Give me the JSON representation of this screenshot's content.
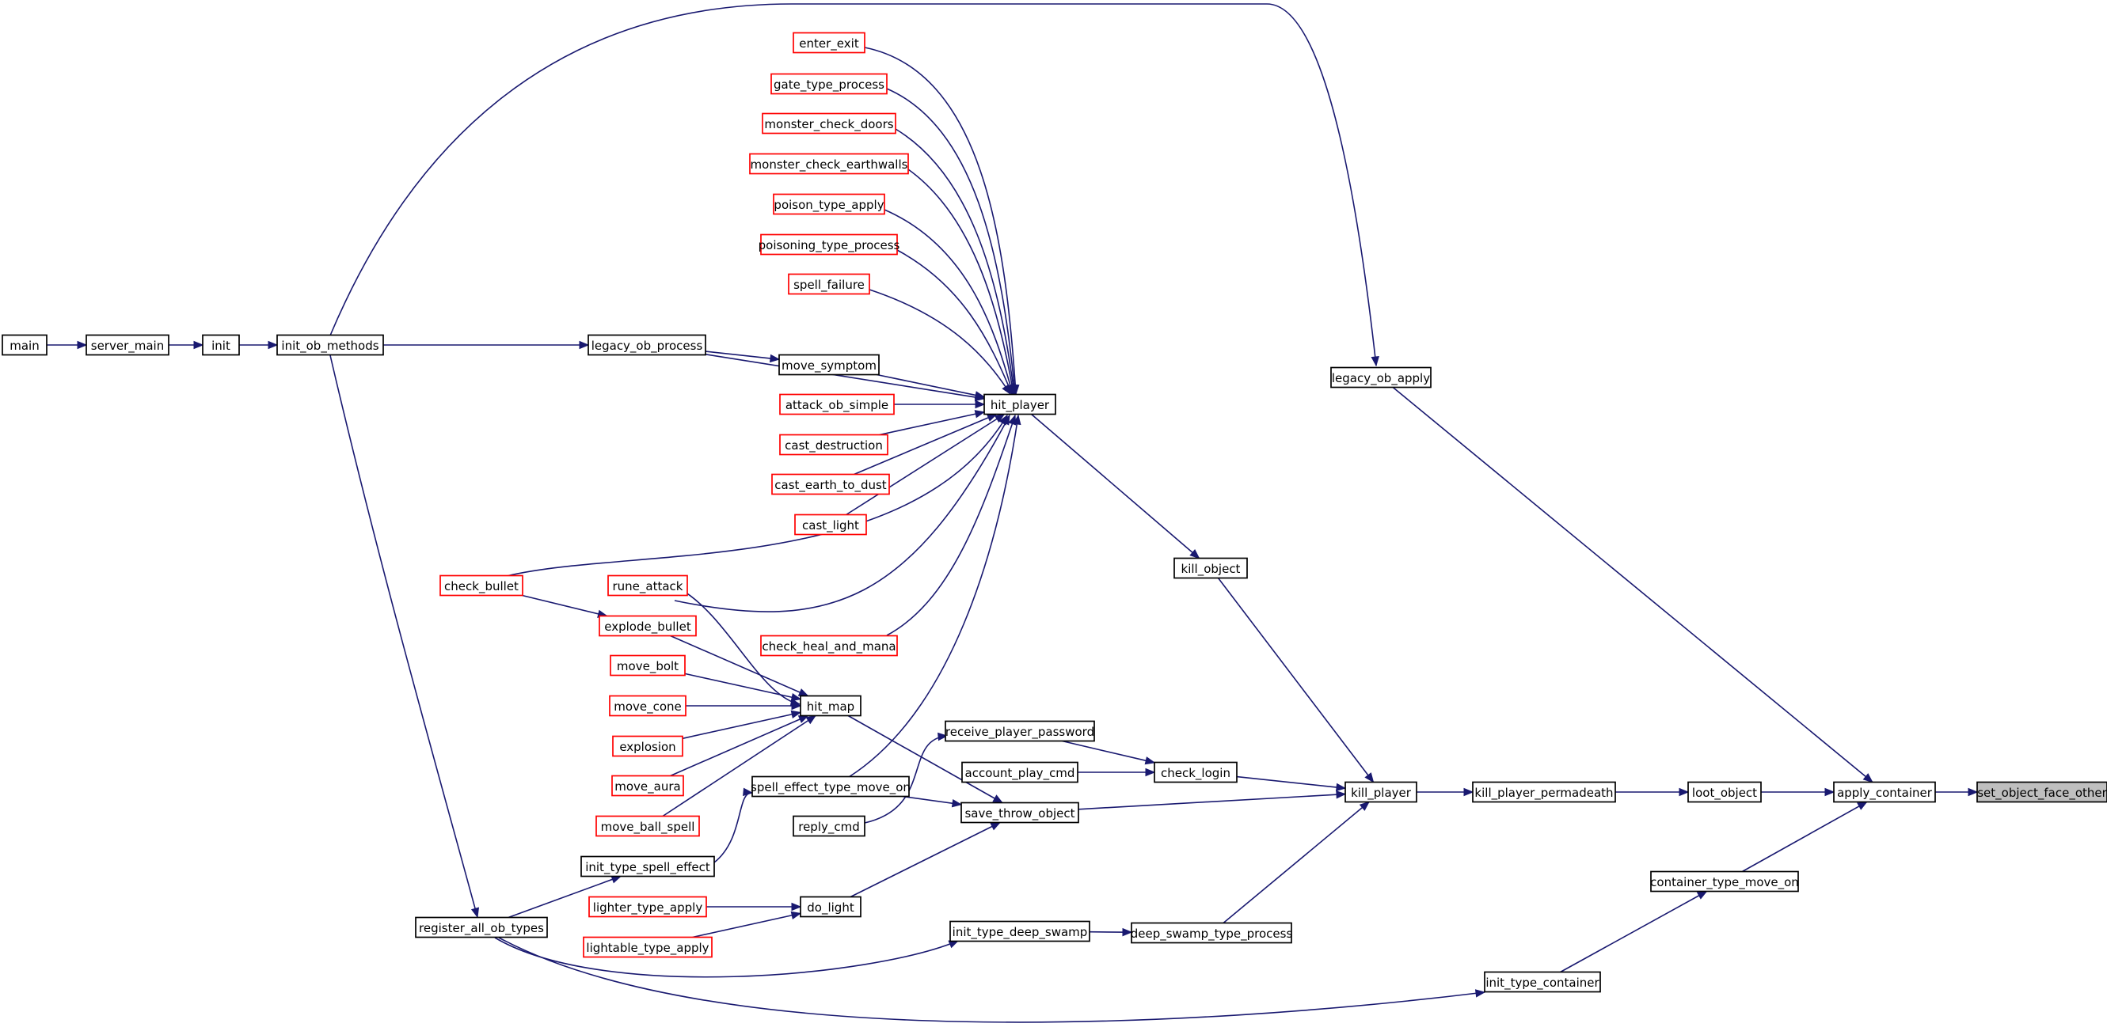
{
  "colors": {
    "edge": "#191970",
    "node_border": "#000000",
    "truncated_node_border": "#ff0000",
    "root_node_fill": "#bfbfbf"
  },
  "nodes": [
    {
      "id": "main",
      "label": "main",
      "truncated": false
    },
    {
      "id": "server_main",
      "label": "server_main",
      "truncated": false
    },
    {
      "id": "init",
      "label": "init",
      "truncated": false
    },
    {
      "id": "init_ob_methods",
      "label": "init_ob_methods",
      "truncated": false
    },
    {
      "id": "legacy_ob_process",
      "label": "legacy_ob_process",
      "truncated": false
    },
    {
      "id": "move_symptom",
      "label": "move_symptom",
      "truncated": false
    },
    {
      "id": "enter_exit",
      "label": "enter_exit",
      "truncated": true
    },
    {
      "id": "gate_type_process",
      "label": "gate_type_process",
      "truncated": true
    },
    {
      "id": "monster_check_doors",
      "label": "monster_check_doors",
      "truncated": true
    },
    {
      "id": "monster_check_earthwalls",
      "label": "monster_check_earthwalls",
      "truncated": true
    },
    {
      "id": "poison_type_apply",
      "label": "poison_type_apply",
      "truncated": true
    },
    {
      "id": "poisoning_type_process",
      "label": "poisoning_type_process",
      "truncated": true
    },
    {
      "id": "spell_failure",
      "label": "spell_failure",
      "truncated": true
    },
    {
      "id": "attack_ob_simple",
      "label": "attack_ob_simple",
      "truncated": true
    },
    {
      "id": "cast_destruction",
      "label": "cast_destruction",
      "truncated": true
    },
    {
      "id": "cast_earth_to_dust",
      "label": "cast_earth_to_dust",
      "truncated": true
    },
    {
      "id": "cast_light",
      "label": "cast_light",
      "truncated": true
    },
    {
      "id": "check_bullet",
      "label": "check_bullet",
      "truncated": true
    },
    {
      "id": "rune_attack",
      "label": "rune_attack",
      "truncated": true
    },
    {
      "id": "explode_bullet",
      "label": "explode_bullet",
      "truncated": true
    },
    {
      "id": "check_heal_and_mana",
      "label": "check_heal_and_mana",
      "truncated": true
    },
    {
      "id": "move_bolt",
      "label": "move_bolt",
      "truncated": true
    },
    {
      "id": "move_cone",
      "label": "move_cone",
      "truncated": true
    },
    {
      "id": "explosion",
      "label": "explosion",
      "truncated": true
    },
    {
      "id": "move_aura",
      "label": "move_aura",
      "truncated": true
    },
    {
      "id": "move_ball_spell",
      "label": "move_ball_spell",
      "truncated": true
    },
    {
      "id": "hit_player",
      "label": "hit_player",
      "truncated": false
    },
    {
      "id": "hit_map",
      "label": "hit_map",
      "truncated": false
    },
    {
      "id": "receive_player_password",
      "label": "receive_player_password",
      "truncated": false
    },
    {
      "id": "account_play_cmd",
      "label": "account_play_cmd",
      "truncated": false
    },
    {
      "id": "spell_effect_type_move_on",
      "label": "spell_effect_type_move_on",
      "truncated": false
    },
    {
      "id": "reply_cmd",
      "label": "reply_cmd",
      "truncated": false
    },
    {
      "id": "init_type_spell_effect",
      "label": "init_type_spell_effect",
      "truncated": false
    },
    {
      "id": "register_all_ob_types",
      "label": "register_all_ob_types",
      "truncated": false
    },
    {
      "id": "lighter_type_apply",
      "label": "lighter_type_apply",
      "truncated": true
    },
    {
      "id": "lightable_type_apply",
      "label": "lightable_type_apply",
      "truncated": true
    },
    {
      "id": "do_light",
      "label": "do_light",
      "truncated": false
    },
    {
      "id": "save_throw_object",
      "label": "save_throw_object",
      "truncated": false
    },
    {
      "id": "init_type_deep_swamp",
      "label": "init_type_deep_swamp",
      "truncated": false
    },
    {
      "id": "check_login",
      "label": "check_login",
      "truncated": false
    },
    {
      "id": "kill_object",
      "label": "kill_object",
      "truncated": false
    },
    {
      "id": "deep_swamp_type_process",
      "label": "deep_swamp_type_process",
      "truncated": false
    },
    {
      "id": "legacy_ob_apply",
      "label": "legacy_ob_apply",
      "truncated": false
    },
    {
      "id": "kill_player",
      "label": "kill_player",
      "truncated": false
    },
    {
      "id": "kill_player_permadeath",
      "label": "kill_player_permadeath",
      "truncated": false
    },
    {
      "id": "loot_object",
      "label": "loot_object",
      "truncated": false
    },
    {
      "id": "container_type_move_on",
      "label": "container_type_move_on",
      "truncated": false
    },
    {
      "id": "init_type_container",
      "label": "init_type_container",
      "truncated": false
    },
    {
      "id": "apply_container",
      "label": "apply_container",
      "truncated": false
    },
    {
      "id": "set_object_face_other",
      "label": "set_object_face_other",
      "truncated": false,
      "root": true
    }
  ],
  "edges": [
    {
      "from": "main",
      "to": "server_main"
    },
    {
      "from": "server_main",
      "to": "init"
    },
    {
      "from": "init",
      "to": "init_ob_methods"
    },
    {
      "from": "init_ob_methods",
      "to": "legacy_ob_process"
    },
    {
      "from": "init_ob_methods",
      "to": "legacy_ob_apply"
    },
    {
      "from": "init_ob_methods",
      "to": "register_all_ob_types"
    },
    {
      "from": "legacy_ob_process",
      "to": "move_symptom"
    },
    {
      "from": "legacy_ob_process",
      "to": "hit_player"
    },
    {
      "from": "move_symptom",
      "to": "hit_player"
    },
    {
      "from": "enter_exit",
      "to": "hit_player"
    },
    {
      "from": "gate_type_process",
      "to": "hit_player"
    },
    {
      "from": "monster_check_doors",
      "to": "hit_player"
    },
    {
      "from": "monster_check_earthwalls",
      "to": "hit_player"
    },
    {
      "from": "poison_type_apply",
      "to": "hit_player"
    },
    {
      "from": "poisoning_type_process",
      "to": "hit_player"
    },
    {
      "from": "spell_failure",
      "to": "hit_player"
    },
    {
      "from": "attack_ob_simple",
      "to": "hit_player"
    },
    {
      "from": "cast_destruction",
      "to": "hit_player"
    },
    {
      "from": "cast_earth_to_dust",
      "to": "hit_player"
    },
    {
      "from": "cast_light",
      "to": "hit_player"
    },
    {
      "from": "check_bullet",
      "to": "hit_player"
    },
    {
      "from": "rune_attack",
      "to": "hit_player"
    },
    {
      "from": "check_heal_and_mana",
      "to": "hit_player"
    },
    {
      "from": "spell_effect_type_move_on",
      "to": "hit_player"
    },
    {
      "from": "check_bullet",
      "to": "explode_bullet"
    },
    {
      "from": "rune_attack",
      "to": "hit_map"
    },
    {
      "from": "explode_bullet",
      "to": "hit_map"
    },
    {
      "from": "move_bolt",
      "to": "hit_map"
    },
    {
      "from": "move_cone",
      "to": "hit_map"
    },
    {
      "from": "explosion",
      "to": "hit_map"
    },
    {
      "from": "move_aura",
      "to": "hit_map"
    },
    {
      "from": "move_ball_spell",
      "to": "hit_map"
    },
    {
      "from": "hit_map",
      "to": "save_throw_object"
    },
    {
      "from": "spell_effect_type_move_on",
      "to": "save_throw_object"
    },
    {
      "from": "reply_cmd",
      "to": "receive_player_password"
    },
    {
      "from": "init_type_spell_effect",
      "to": "spell_effect_type_move_on"
    },
    {
      "from": "register_all_ob_types",
      "to": "init_type_spell_effect"
    },
    {
      "from": "register_all_ob_types",
      "to": "init_type_deep_swamp"
    },
    {
      "from": "register_all_ob_types",
      "to": "init_type_container"
    },
    {
      "from": "lighter_type_apply",
      "to": "do_light"
    },
    {
      "from": "lightable_type_apply",
      "to": "do_light"
    },
    {
      "from": "do_light",
      "to": "save_throw_object"
    },
    {
      "from": "receive_player_password",
      "to": "check_login"
    },
    {
      "from": "account_play_cmd",
      "to": "check_login"
    },
    {
      "from": "hit_player",
      "to": "kill_object"
    },
    {
      "from": "check_login",
      "to": "kill_player"
    },
    {
      "from": "kill_object",
      "to": "kill_player"
    },
    {
      "from": "save_throw_object",
      "to": "kill_player"
    },
    {
      "from": "init_type_deep_swamp",
      "to": "deep_swamp_type_process"
    },
    {
      "from": "deep_swamp_type_process",
      "to": "kill_player"
    },
    {
      "from": "kill_player",
      "to": "kill_player_permadeath"
    },
    {
      "from": "kill_player_permadeath",
      "to": "loot_object"
    },
    {
      "from": "loot_object",
      "to": "apply_container"
    },
    {
      "from": "legacy_ob_apply",
      "to": "apply_container"
    },
    {
      "from": "container_type_move_on",
      "to": "apply_container"
    },
    {
      "from": "init_type_container",
      "to": "container_type_move_on"
    },
    {
      "from": "apply_container",
      "to": "set_object_face_other"
    }
  ]
}
